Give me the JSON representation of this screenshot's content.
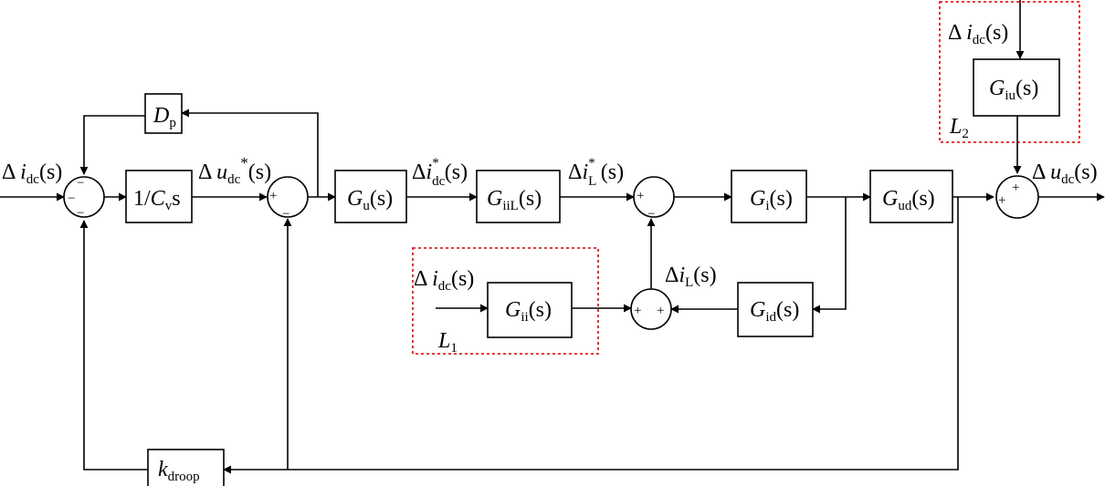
{
  "blocks": {
    "dp": {
      "main": "D",
      "sub": "p"
    },
    "integrator": {
      "pre": "1/",
      "main": "C",
      "sub": "v",
      "post": "s"
    },
    "gu": {
      "main": "G",
      "sub": "u",
      "post": "(s)"
    },
    "giil": {
      "main": "G",
      "sub": "iiL",
      "post": "(s)"
    },
    "gi": {
      "main": "G",
      "sub": "i",
      "post": "(s)"
    },
    "gud": {
      "main": "G",
      "sub": "ud",
      "post": "(s)"
    },
    "giu": {
      "main": "G",
      "sub": "iu",
      "post": "(s)"
    },
    "gii": {
      "main": "G",
      "sub": "ii",
      "post": "(s)"
    },
    "gid": {
      "main": "G",
      "sub": "id",
      "post": "(s)"
    },
    "kdroop": {
      "main": "k",
      "sub": "droop"
    }
  },
  "signals": {
    "input_idc": {
      "delta": "Δ",
      "main": "i",
      "sub": "dc",
      "post": "(s)"
    },
    "udc_ref": {
      "delta": "Δ",
      "main": "u",
      "sub": "dc",
      "sup": "*",
      "post": "(s)"
    },
    "idc_ref": {
      "delta": "Δ",
      "main": "i",
      "sub": "dc",
      "sup": "*",
      "post": "(s)"
    },
    "il_ref": {
      "delta": "Δ",
      "main": "i",
      "sub": "L",
      "sup": "*",
      "post": "(s)"
    },
    "il": {
      "delta": "Δ",
      "main": "i",
      "sub": "L",
      "post": "(s)"
    },
    "output_udc": {
      "delta": "Δ",
      "main": "u",
      "sub": "dc",
      "post": "(s)"
    },
    "l1_idc": {
      "delta": "Δ",
      "main": "i",
      "sub": "dc",
      "post": "(s)"
    },
    "l2_idc": {
      "delta": "Δ",
      "main": "i",
      "sub": "dc",
      "post": "(s)"
    }
  },
  "loops": {
    "l1": {
      "main": "L",
      "sub": "1"
    },
    "l2": {
      "main": "L",
      "sub": "2"
    }
  },
  "signs": {
    "plus": "+",
    "minus": "−"
  }
}
